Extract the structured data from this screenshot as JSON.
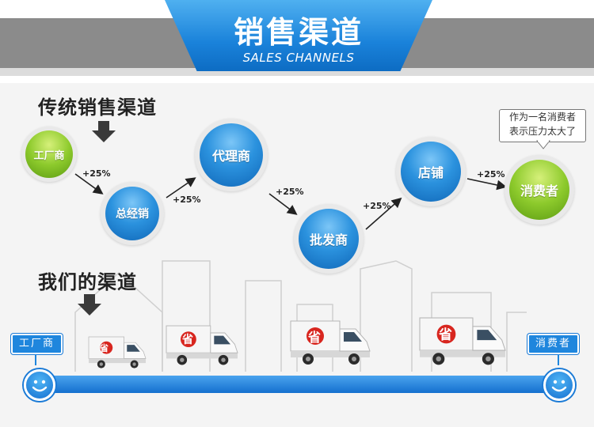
{
  "banner": {
    "title": "销售渠道",
    "subtitle": "SALES CHANNELS"
  },
  "traditional": {
    "heading": "传统销售渠道",
    "nodes": [
      "工厂商",
      "总经销",
      "代理商",
      "批发商",
      "店铺",
      "消费者"
    ],
    "markups": [
      "+25%",
      "+25%",
      "+25%",
      "+25%",
      "+25%"
    ],
    "speech": {
      "line1": "作为一名消费者",
      "line2": "表示压力太大了"
    }
  },
  "ours": {
    "heading": "我们的渠道",
    "start_label": "工厂商",
    "end_label": "消费者",
    "truck_sign": "省"
  },
  "colors": {
    "brand_blue": "#1a82da",
    "green": "#8dca2c"
  }
}
